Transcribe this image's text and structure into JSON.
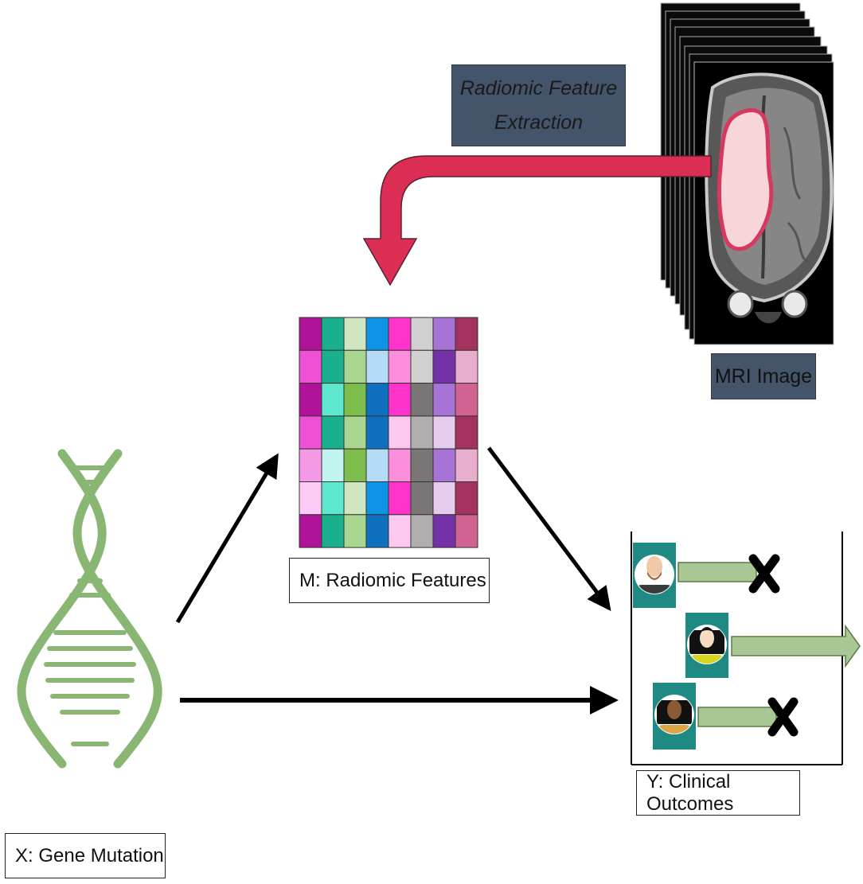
{
  "labels": {
    "extraction_line1": "Radiomic Feature",
    "extraction_line2": "Extraction",
    "mri": "MRI Image",
    "mediator": "M: Radiomic Features",
    "outcome": "Y: Clinical Outcomes",
    "exposure": "X: Gene Mutation"
  },
  "colors": {
    "extraction_arrow": "#dc2e55",
    "dark_label_bg": "#44546a",
    "dna_green": "#8ab673",
    "timeline_bar": "#a9c794",
    "avatar_bg": "#1f8a84"
  },
  "feature_matrix": [
    [
      "#b0139a",
      "#1ab08e",
      "#cfe6c0",
      "#0e93e6",
      "#ff33cc",
      "#d0d0d0",
      "#a774d6",
      "#a3325e"
    ],
    [
      "#ef50d6",
      "#1ab08e",
      "#a9d68e",
      "#b5dcf7",
      "#fb8fdc",
      "#d0d0d0",
      "#7431a8",
      "#e9aecd"
    ],
    [
      "#b0139a",
      "#5ee8cf",
      "#7cbd4b",
      "#0f70c0",
      "#ff33cc",
      "#7a7676",
      "#a774d6",
      "#d16393"
    ],
    [
      "#ef50d6",
      "#1ab08e",
      "#a9d68e",
      "#0f70c0",
      "#fcc8f0",
      "#b1aeae",
      "#e7cbef",
      "#a3325e"
    ],
    [
      "#f59ae6",
      "#bff5ee",
      "#7cbd4b",
      "#b5dcf7",
      "#fb8fdc",
      "#7a7676",
      "#a774d6",
      "#e9aecd"
    ],
    [
      "#fccbf6",
      "#5ee8cf",
      "#cfe6c0",
      "#0e93e6",
      "#ff33cc",
      "#7a7676",
      "#e7cbef",
      "#a3325e"
    ],
    [
      "#b0139a",
      "#1ab08e",
      "#a9d68e",
      "#0f70c0",
      "#fcc8f0",
      "#b1aeae",
      "#7431a8",
      "#d16393"
    ]
  ],
  "patients": [
    {
      "avatar": "bald-man-with-beard-icon",
      "skin": "#f1c9a8",
      "hair": "#f1c9a8",
      "shirt": "#3a3a3a",
      "outcome": "event"
    },
    {
      "avatar": "woman-black-hair-icon",
      "skin": "#f6dcc3",
      "hair": "#111111",
      "shirt": "#d7d41e",
      "outcome": "censored"
    },
    {
      "avatar": "dark-skin-woman-icon",
      "skin": "#8a5a34",
      "hair": "#111111",
      "shirt": "#d8a642",
      "outcome": "event"
    }
  ]
}
